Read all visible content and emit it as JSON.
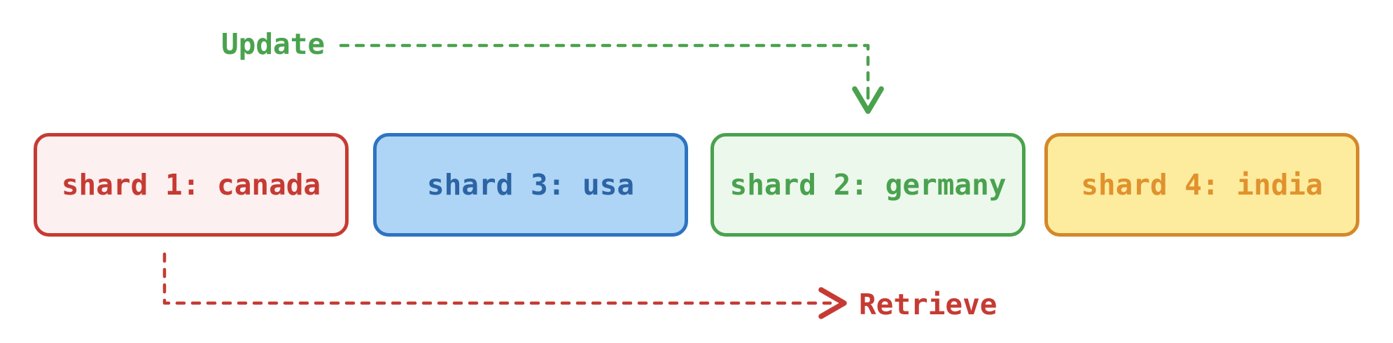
{
  "diagram": {
    "title": "database shards with update and retrieve flows",
    "background_color": "#ffffff",
    "shards": [
      {
        "label": "shard 1: canada",
        "country": "canada",
        "fill": "#fdf0f0",
        "border": "#c53b33",
        "text_color": "#c53b33"
      },
      {
        "label": "shard 3: usa",
        "country": "usa",
        "fill": "#aed5f5",
        "border": "#2e73c2",
        "text_color": "#2c64a5"
      },
      {
        "label": "shard 2: germany",
        "country": "germany",
        "fill": "#edf8ed",
        "border": "#4aa24e",
        "text_color": "#4aa24e"
      },
      {
        "label": "shard 4: india",
        "country": "india",
        "fill": "#fdec9e",
        "border": "#d4882a",
        "text_color": "#e0922d"
      }
    ],
    "arrows": [
      {
        "label": "Update",
        "color": "#4aa24e",
        "style": "dashed",
        "target": "shard 2: germany",
        "direction": "down"
      },
      {
        "label": "Retrieve",
        "color": "#c53b33",
        "style": "dashed",
        "source": "shard 1: canada",
        "direction": "right"
      }
    ]
  }
}
